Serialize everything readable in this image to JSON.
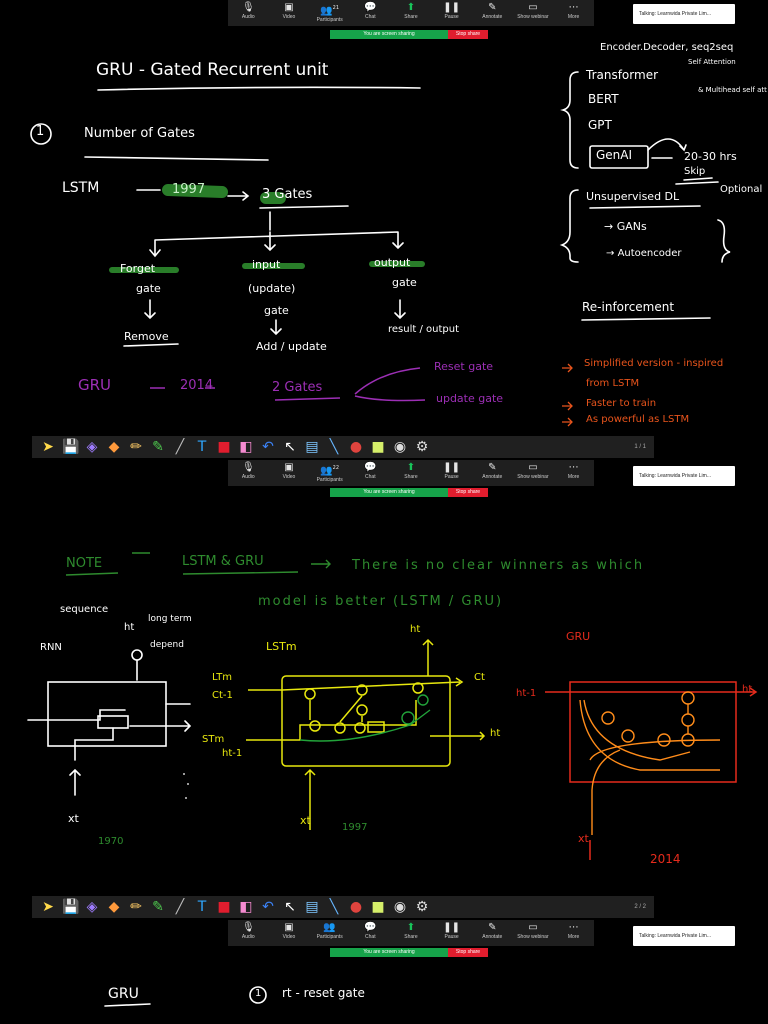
{
  "toolbar": {
    "items": [
      {
        "icon": "mic-icon",
        "label": "Audio"
      },
      {
        "icon": "video-icon",
        "label": "Video"
      },
      {
        "icon": "participants-icon",
        "label": "Participants"
      },
      {
        "icon": "chat-icon",
        "label": "Chat"
      },
      {
        "icon": "share-icon",
        "label": "Share"
      },
      {
        "icon": "pause-icon",
        "label": "Pause"
      },
      {
        "icon": "annotate-icon",
        "label": "Annotate"
      },
      {
        "icon": "webinar-icon",
        "label": "Show webinar"
      },
      {
        "icon": "more-icon",
        "label": "More"
      }
    ],
    "sharing_text": "You are screen sharing",
    "stop_share": "Stop share",
    "participants_counts": [
      "21",
      "22"
    ]
  },
  "talking": "Talking: Learnwida Private Lim...",
  "annotation_pages": [
    "1 / 1",
    "2 / 2"
  ],
  "slide1": {
    "title": "GRU - Gated Recurrent unit",
    "point1": "Number of Gates",
    "lstm": "LSTM",
    "year_lstm": "1997",
    "gates3": "3 Gates",
    "forget": "Forget",
    "gate": "gate",
    "remove": "Remove",
    "input": "input",
    "update": "(update)",
    "add": "Add / update",
    "output": "output",
    "result": "result / output",
    "gru": "GRU",
    "year_gru": "2014",
    "gates2": "2 Gates",
    "reset": "Reset gate",
    "upd": "update gate",
    "simplified": "Simplified version - inspired",
    "from": "from LSTM",
    "faster": "Faster to train",
    "powerful": "As powerful as LSTM",
    "enc": "Encoder.Decoder, seq2seq",
    "selfatt": "Self Attention",
    "multi": "& Multihead self att",
    "transformer": "Transformer",
    "bert": "BERT",
    "gpt": "GPT",
    "genai": "GenAI",
    "hrs": "20-30 hrs",
    "skip": "Skip",
    "unsup": "Unsupervised DL",
    "optional": "Optional",
    "gans": "GANs",
    "auto": "Autoencoder",
    "rl": "Re-inforcement"
  },
  "slide2": {
    "note": "NOTE",
    "lstmgru": "LSTM & GRU",
    "winner": "There is no clear winners as which",
    "model": "model is better (LSTM / GRU)",
    "sequence": "sequence",
    "ht": "ht",
    "longterm": "long term",
    "depend": "depend",
    "rnn": "RNN",
    "xt": "xt",
    "y1970": "1970",
    "lstm_label": "LSTm",
    "ltm": "LTm",
    "ct1": "Ct-1",
    "stm": "STm",
    "ht1": "ht-1",
    "ct": "Ct",
    "y1997": "1997",
    "gru_label": "GRU",
    "y2014": "2014"
  },
  "slide3": {
    "gru": "GRU",
    "num": "1",
    "rt": "rt - reset gate"
  },
  "colors": {
    "green": "#2e8b2e",
    "purple": "#9c2fb5",
    "yellow": "#e8e80e",
    "orange": "#ff7a10",
    "red": "#e52b1c"
  }
}
